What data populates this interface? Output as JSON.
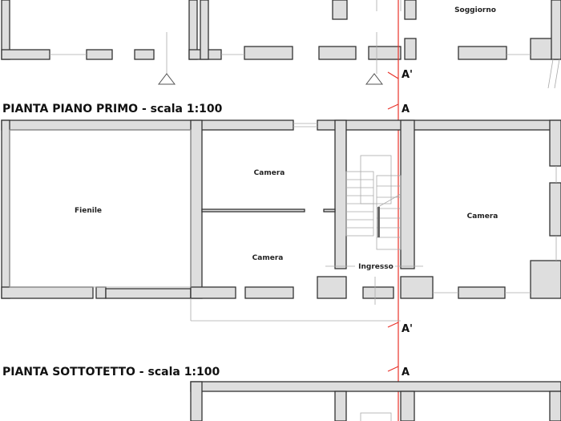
{
  "titles": {
    "first_floor": "PIANTA PIANO PRIMO - scala 1:100",
    "attic": "PIANTA SOTTOTETTO - scala 1:100"
  },
  "section_marks": {
    "a": "A",
    "a_prime": "A'"
  },
  "top_plan": {
    "rooms": [
      "Soggiorno"
    ]
  },
  "first_floor": {
    "rooms": [
      "Fienile",
      "Camera",
      "Camera",
      "Ingresso",
      "Camera"
    ]
  },
  "colors": {
    "section_line": "#e8322a",
    "wall_fill": "#dedede"
  }
}
